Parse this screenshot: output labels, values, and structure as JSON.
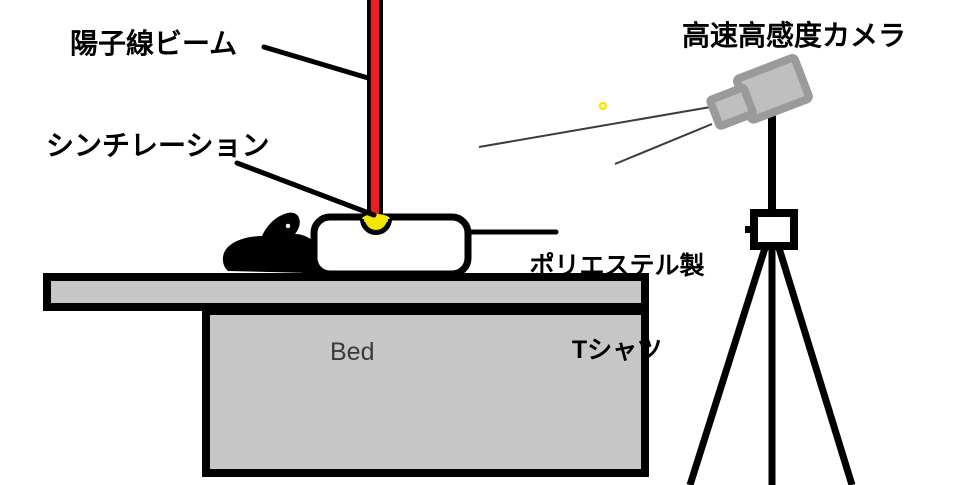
{
  "figure": {
    "type": "schematic-diagram",
    "title_present": false,
    "background_color": "#ffffff"
  },
  "labels": {
    "proton_beam": "陽子線ビーム",
    "scintillation": "シンチレーション",
    "polyester_tshirt_line1": "ポリエステル製",
    "polyester_tshirt_line2": "Tシャツ",
    "high_speed_camera": "高速高感度カメラ",
    "bed": "Bed"
  },
  "colors": {
    "beam_core": "#ee1c25",
    "beam_outline": "#000000",
    "scintillation_spot": "#f6e500",
    "bed_fill": "#c6c6c6",
    "bed_outline": "#000000",
    "camera_body": "#b3b3b3",
    "camera_outline": "#9a9a9a",
    "mouse_fill": "#000000",
    "label_text": "#000000",
    "bed_label_text": "#3a3a3a",
    "sight_line": "#3c3c3c",
    "marker_dot": "#f6e500"
  },
  "elements": [
    {
      "name": "proton-beam",
      "description": "vertical red beam with black outline entering from top of frame"
    },
    {
      "name": "scintillation-spot",
      "description": "yellow half-ellipse glow where beam meets the t-shirt"
    },
    {
      "name": "mouse-silhouette",
      "description": "black solid side-view silhouette of a small animal lying on the bed"
    },
    {
      "name": "polyester-tshirt",
      "description": "rounded rectangle outline covering the animal"
    },
    {
      "name": "bed",
      "description": "gray table with thin top slab and rectangular base, labeled Bed"
    },
    {
      "name": "high-speed-camera",
      "description": "gray tilted camera body with lens, mounted on a tripod"
    },
    {
      "name": "tripod",
      "description": "black tripod with a rectangular head and three legs"
    },
    {
      "name": "sight-lines",
      "description": "two thin diagonal lines showing the camera field of view toward the scintillation spot"
    },
    {
      "name": "marker-dot",
      "description": "tiny yellow ring marker between the sight lines"
    },
    {
      "name": "leader-lines",
      "description": "black pointer lines from the text labels to their subjects"
    }
  ],
  "leader_lines": [
    {
      "from_label": "proton_beam",
      "to_element": "proton-beam"
    },
    {
      "from_label": "scintillation",
      "to_element": "scintillation-spot"
    },
    {
      "from_label": "polyester_tshirt",
      "to_element": "polyester-tshirt"
    }
  ]
}
